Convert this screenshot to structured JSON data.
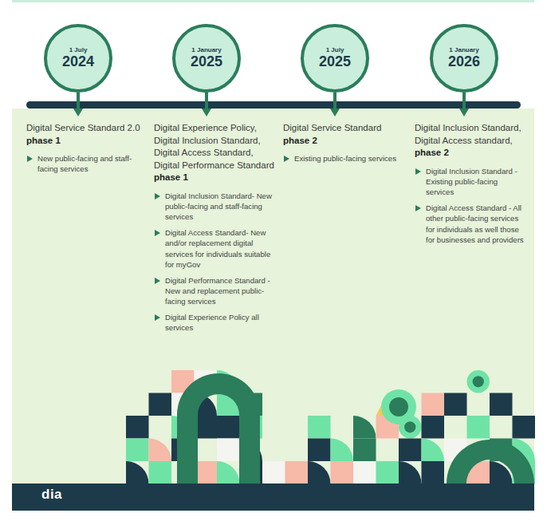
{
  "diagram": {
    "nodes": [
      {
        "text": [
          "1 July",
          "2024"
        ]
      },
      {
        "text": [
          "1 January",
          "2025"
        ]
      },
      {
        "text": [
          "1 July",
          "2025"
        ]
      },
      {
        "text": [
          "1 January",
          "2026"
        ]
      }
    ],
    "labels": [
      "Digital Service Standard 2.0",
      "phase 1",
      "New public-facing and staff-facing services",
      "Digital Experience Policy, Digital Inclusion Standard, Digital Access Standard, Digital Performance Standard",
      "phase 1",
      "Digital Inclusion Standard- New public-facing and staff-facing services",
      "Digital Access Standard- New and/or replacement digital services for individuals suitable for myGov",
      "Digital Performance Standard - New and replacement public-facing services",
      "Digital Experience Policy all services",
      "Digital Service Standard",
      "phase 2",
      "Existing public-facing services",
      "Digital Inclusion Standard, Digital Access standard,",
      "phase 2",
      "Digital Inclusion Standard - Existing public-facing services",
      "Digital Access Standard - All other public-facing services for individuals as well those for businesses and providers",
      "dia"
    ]
  }
}
